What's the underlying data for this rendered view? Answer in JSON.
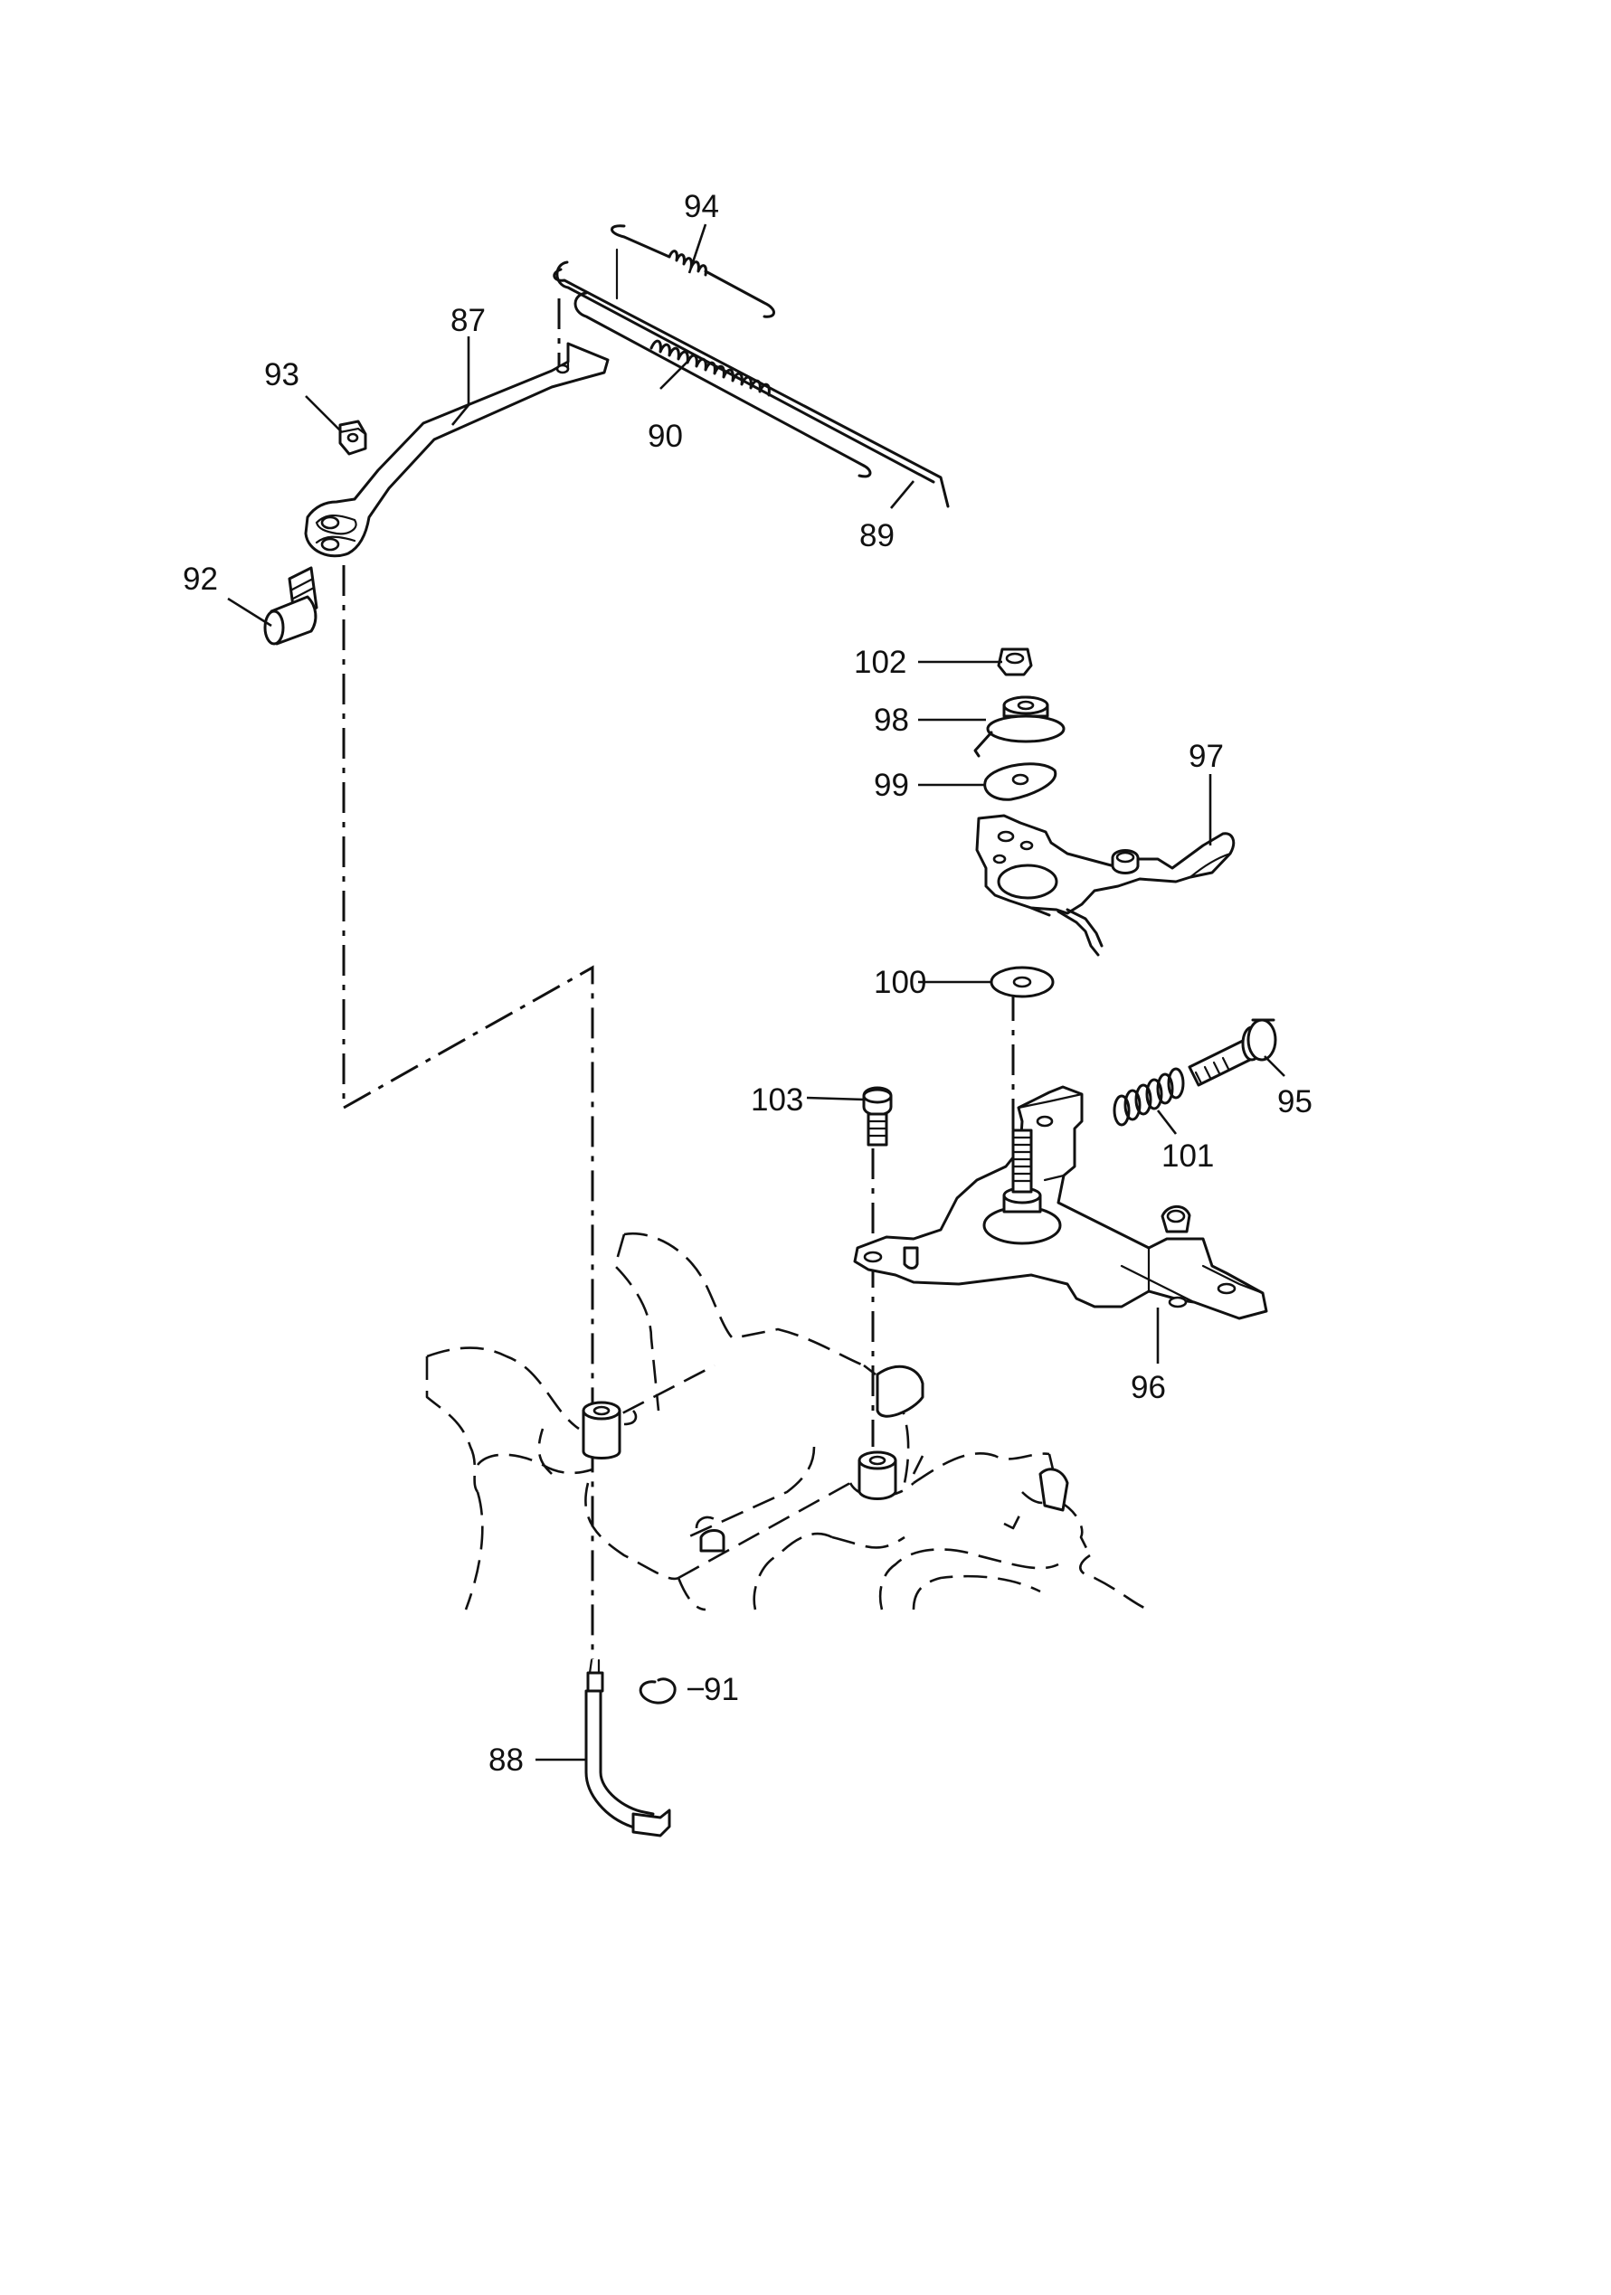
{
  "callouts": [
    {
      "id": "c87",
      "label": "87"
    },
    {
      "id": "c88",
      "label": "88"
    },
    {
      "id": "c89",
      "label": "89"
    },
    {
      "id": "c90",
      "label": "90"
    },
    {
      "id": "c91",
      "label": "91"
    },
    {
      "id": "c92",
      "label": "92"
    },
    {
      "id": "c93",
      "label": "93"
    },
    {
      "id": "c94",
      "label": "94"
    },
    {
      "id": "c95",
      "label": "95"
    },
    {
      "id": "c96",
      "label": "96"
    },
    {
      "id": "c97",
      "label": "97"
    },
    {
      "id": "c98",
      "label": "98"
    },
    {
      "id": "c99",
      "label": "99"
    },
    {
      "id": "c100",
      "label": "100"
    },
    {
      "id": "c101",
      "label": "101"
    },
    {
      "id": "c102",
      "label": "102"
    },
    {
      "id": "c103",
      "label": "103"
    }
  ],
  "colors": {
    "ink": "#111111",
    "paper": "#ffffff"
  }
}
